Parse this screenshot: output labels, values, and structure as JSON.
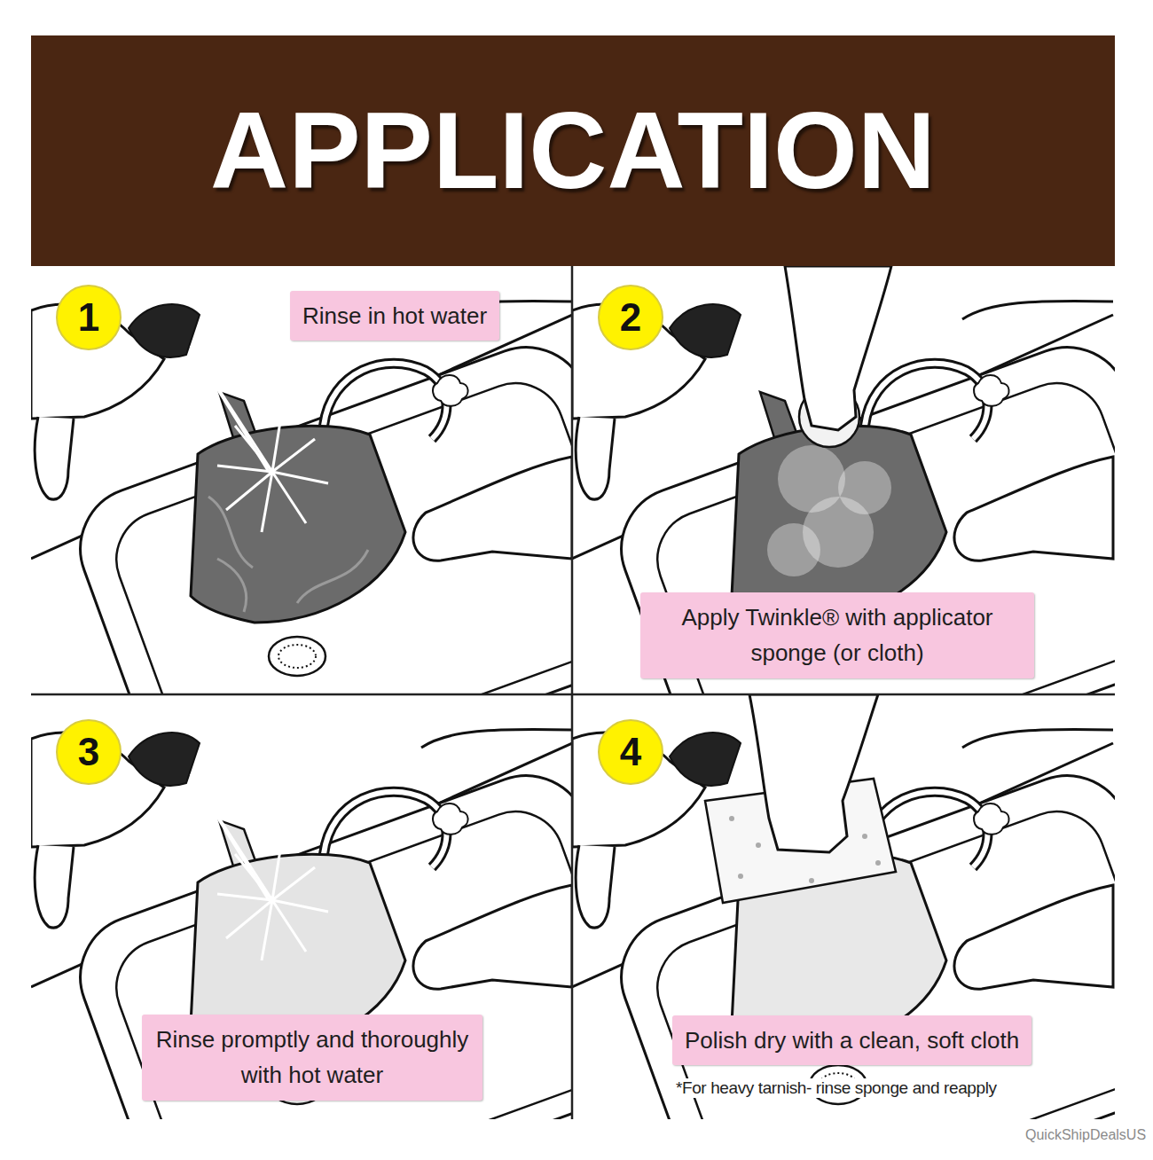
{
  "diagram": {
    "title": "APPLICATION",
    "nodes": [
      {
        "text": [
          "1"
        ]
      },
      {
        "text": [
          "Rinse in hot water"
        ]
      },
      {
        "text": [
          "2"
        ]
      },
      {
        "text": [
          "Apply Twinkle® with applicator sponge (or cloth)"
        ]
      },
      {
        "text": [
          "3"
        ]
      },
      {
        "text": [
          "Rinse promptly and thoroughly with hot water"
        ]
      },
      {
        "text": [
          "4"
        ]
      },
      {
        "text": [
          "Polish dry with a clean, soft cloth"
        ]
      }
    ],
    "labels": [
      "*For heavy tarnish- rinse sponge and reapply",
      "QuickShipDealsUS"
    ]
  }
}
